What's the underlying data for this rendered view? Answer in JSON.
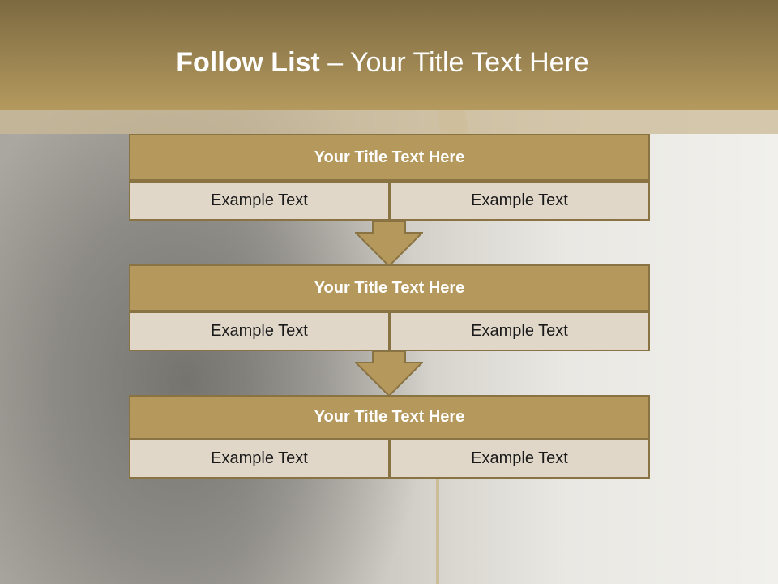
{
  "slide": {
    "title_bold": "Follow List",
    "title_rest": " – Your Title Text Here"
  },
  "blocks": [
    {
      "title": "Your Title Text Here",
      "left_text": "Example Text",
      "right_text": "Example Text"
    },
    {
      "title": "Your Title Text Here",
      "left_text": "Example Text",
      "right_text": "Example Text"
    },
    {
      "title": "Your Title Text Here",
      "left_text": "Example Text",
      "right_text": "Example Text"
    }
  ],
  "colors": {
    "header": "#9b8451",
    "block_title": "#b5985b",
    "cell": "#e0d7c9",
    "border": "#8a7342"
  },
  "icons": [
    "down-arrow-icon"
  ]
}
